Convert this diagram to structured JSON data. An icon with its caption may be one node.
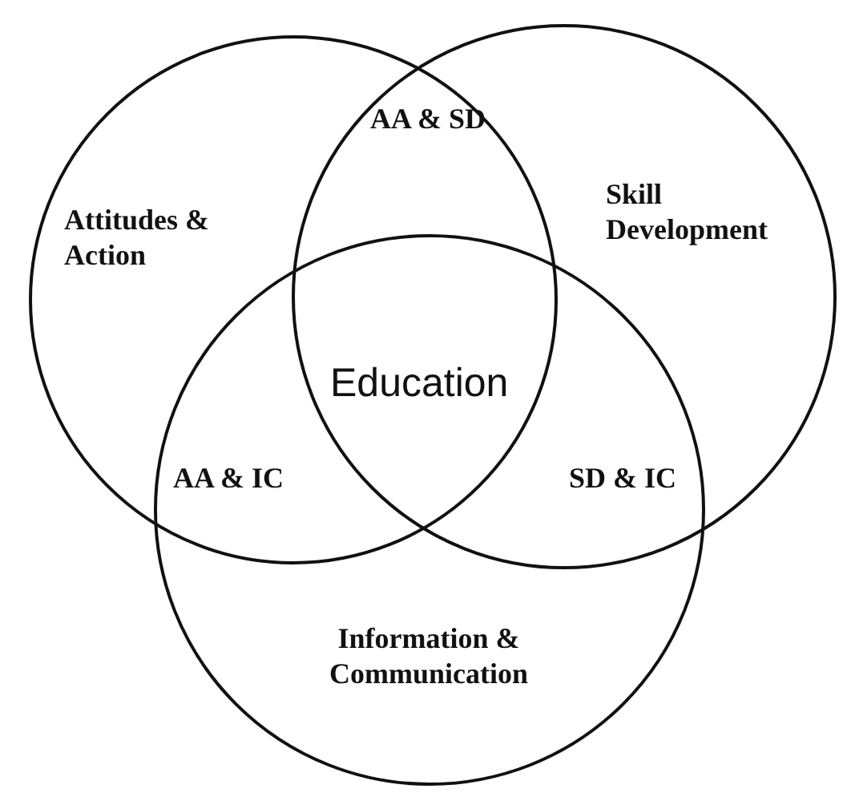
{
  "diagram": {
    "nodes": [
      {
        "text": [
          "Attitudes & Action"
        ]
      },
      {
        "text": [
          "Skill Development"
        ]
      },
      {
        "text": [
          "Information & Communication"
        ]
      }
    ],
    "labels": [
      "AA & SD",
      "Education",
      "AA & IC",
      "SD & IC"
    ]
  }
}
